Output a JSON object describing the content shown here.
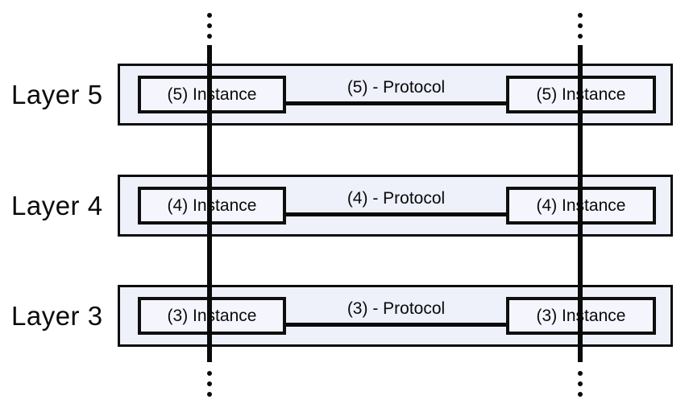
{
  "diagram": {
    "type": "layered-protocol-architecture",
    "layers": [
      {
        "label": "Layer 5",
        "left_instance": "(5) Instance",
        "protocol": "(5) - Protocol",
        "right_instance": "(5) Instance"
      },
      {
        "label": "Layer 4",
        "left_instance": "(4) Instance",
        "protocol": "(4) - Protocol",
        "right_instance": "(4) Instance"
      },
      {
        "label": "Layer 3",
        "left_instance": "(3) Instance",
        "protocol": "(3) - Protocol",
        "right_instance": "(3) Instance"
      }
    ],
    "icons": {
      "continuation": "vertical-ellipsis"
    },
    "colors": {
      "background": "#ffffff",
      "band_fill": "#eef0fa",
      "box_fill": "#f5f6fd",
      "line": "#0a0a0a"
    }
  }
}
